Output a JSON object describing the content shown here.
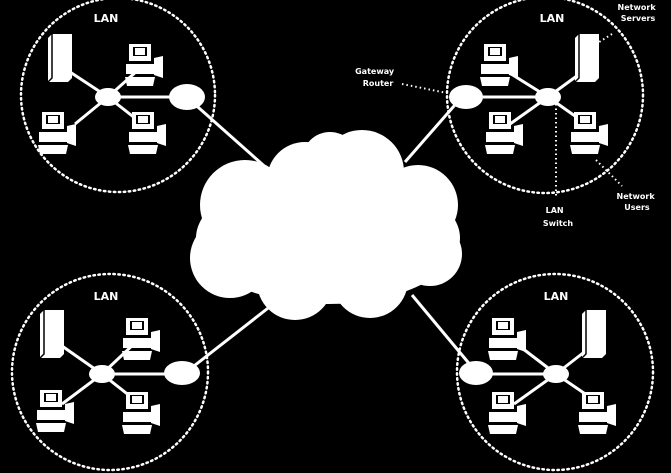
{
  "lans": [
    {
      "id": "top-left",
      "label": "LAN"
    },
    {
      "id": "top-right",
      "label": "LAN"
    },
    {
      "id": "bottom-left",
      "label": "LAN"
    },
    {
      "id": "bottom-right",
      "label": "LAN"
    }
  ],
  "callouts": {
    "gateway_router": [
      "Gateway",
      "Router"
    ],
    "network_servers": [
      "Network",
      "Servers"
    ],
    "lan_switch": [
      "LAN",
      "Switch"
    ],
    "network_users": [
      "Network",
      "Users"
    ]
  },
  "icons": {
    "server": "server-icon",
    "user": "workstation-icon",
    "switch": "switch-icon",
    "router": "router-icon",
    "cloud": "internet-cloud-icon"
  },
  "colors": {
    "background": "#000000",
    "foreground": "#ffffff"
  }
}
